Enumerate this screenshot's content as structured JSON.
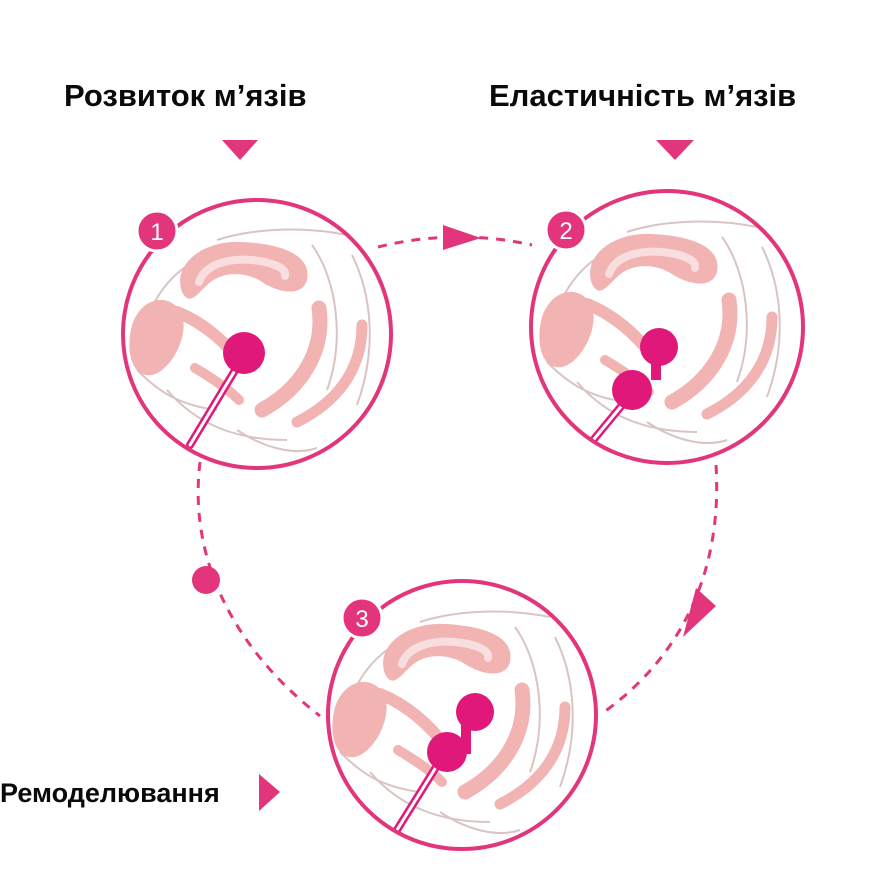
{
  "labels": {
    "stage1": "Розвиток м’язів",
    "stage2": "Еластичність м’язів",
    "stage3": "Ремоделювання"
  },
  "badges": {
    "stage1": "1",
    "stage2": "2",
    "stage3": "3"
  },
  "colors": {
    "accent": "#e2357b",
    "ball": "#e0187a",
    "tissue": "#f2b3b3",
    "outline": "#d9c4c4"
  }
}
